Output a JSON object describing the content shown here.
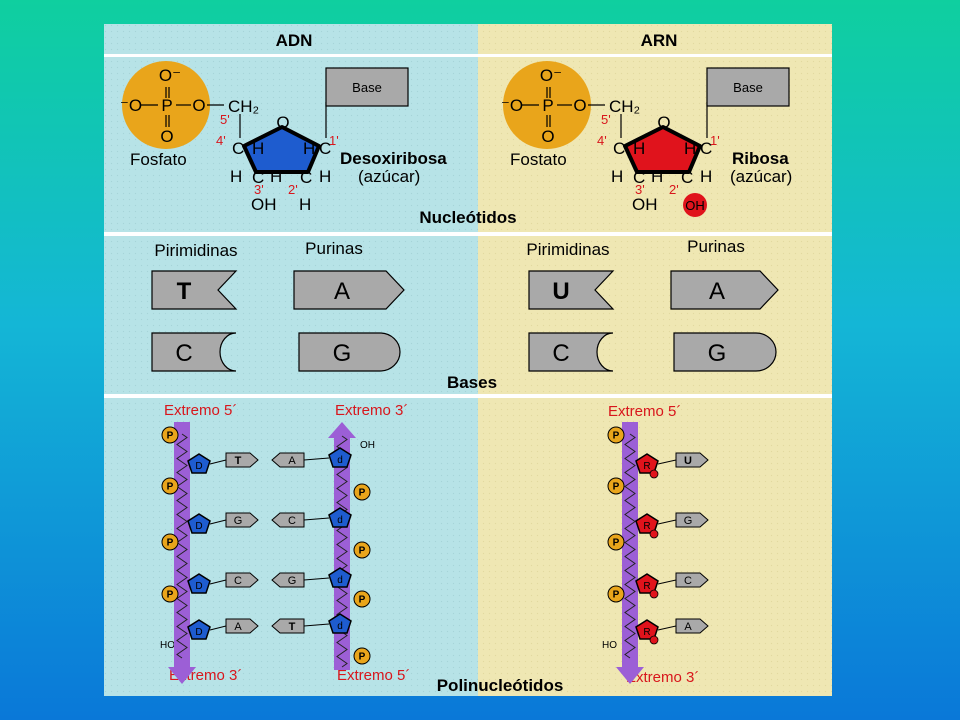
{
  "headers": {
    "dna": "ADN",
    "rna": "ARN"
  },
  "sections": {
    "nucleotides": "Nucleótidos",
    "bases": "Bases",
    "polynucleotides": "Polinucleótidos"
  },
  "nucleotide": {
    "o_minus": "O⁻",
    "o": "O",
    "p": "P",
    "o_left": "⁻O",
    "ch2": "CH₂",
    "base": "Base",
    "dna_phosphate": "Fosfato",
    "rna_phosphate": "Fostato",
    "dna_sugar": "Desoxiribosa",
    "rna_sugar": "Ribosa",
    "sugar_note": "(azúcar)",
    "h": "H",
    "c": "C",
    "oh": "OH",
    "pos5": "5'",
    "pos4": "4'",
    "pos3": "3'",
    "pos2": "2'",
    "pos1": "1'"
  },
  "bases": {
    "pyrimidines": "Pirimidinas",
    "purines": "Purinas",
    "dna": {
      "pyr1": "T",
      "pur1": "A",
      "pyr2": "C",
      "pur2": "G"
    },
    "rna": {
      "pyr1": "U",
      "pur1": "A",
      "pyr2": "C",
      "pur2": "G"
    }
  },
  "poly": {
    "end5": "Extremo  5´",
    "end3": "Extremo  3´",
    "oh": "OH",
    "ho": "HO",
    "p": "P",
    "d": "D",
    "d_lower": "d",
    "r": "R",
    "dna_pairs": [
      [
        "T",
        "A"
      ],
      [
        "G",
        "C"
      ],
      [
        "C",
        "G"
      ],
      [
        "A",
        "T"
      ]
    ],
    "rna_bases": [
      "U",
      "G",
      "C",
      "A"
    ]
  },
  "colors": {
    "dna_panel": "#b7e3e7",
    "rna_panel": "#efe7b3",
    "phosphate": "#e9a51b",
    "deoxyribose": "#1e5ccf",
    "ribose": "#e0131c",
    "backbone": "#9c5fd6",
    "base_fill": "#a9a9a9",
    "label_red": "#d8161c"
  }
}
